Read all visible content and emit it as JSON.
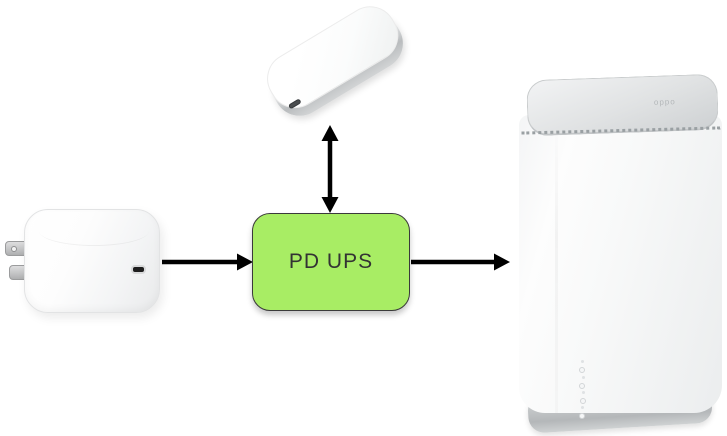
{
  "diagram": {
    "background": "#ffffff",
    "colors": {
      "pdups-fill": "#a8ed64",
      "pdups-border": "#3a3a3a",
      "pdups-text": "#333333",
      "arrow": "#000000"
    },
    "pd_ups": {
      "label": "PD UPS"
    },
    "devices": {
      "power_adapter": {
        "type": "usb-c-wall-charger",
        "color": "white",
        "prongs": 2
      },
      "power_bank": {
        "type": "portable-power-bank",
        "color": "white"
      },
      "router": {
        "type": "tower-wifi-router",
        "color": "white",
        "logo": "oppo",
        "led_count": 4
      }
    },
    "connections": [
      {
        "from": "power-adapter",
        "to": "pd-ups",
        "direction": "one-way"
      },
      {
        "from": "pd-ups",
        "to": "power-bank",
        "direction": "two-way"
      },
      {
        "from": "pd-ups",
        "to": "router",
        "direction": "one-way"
      }
    ]
  }
}
